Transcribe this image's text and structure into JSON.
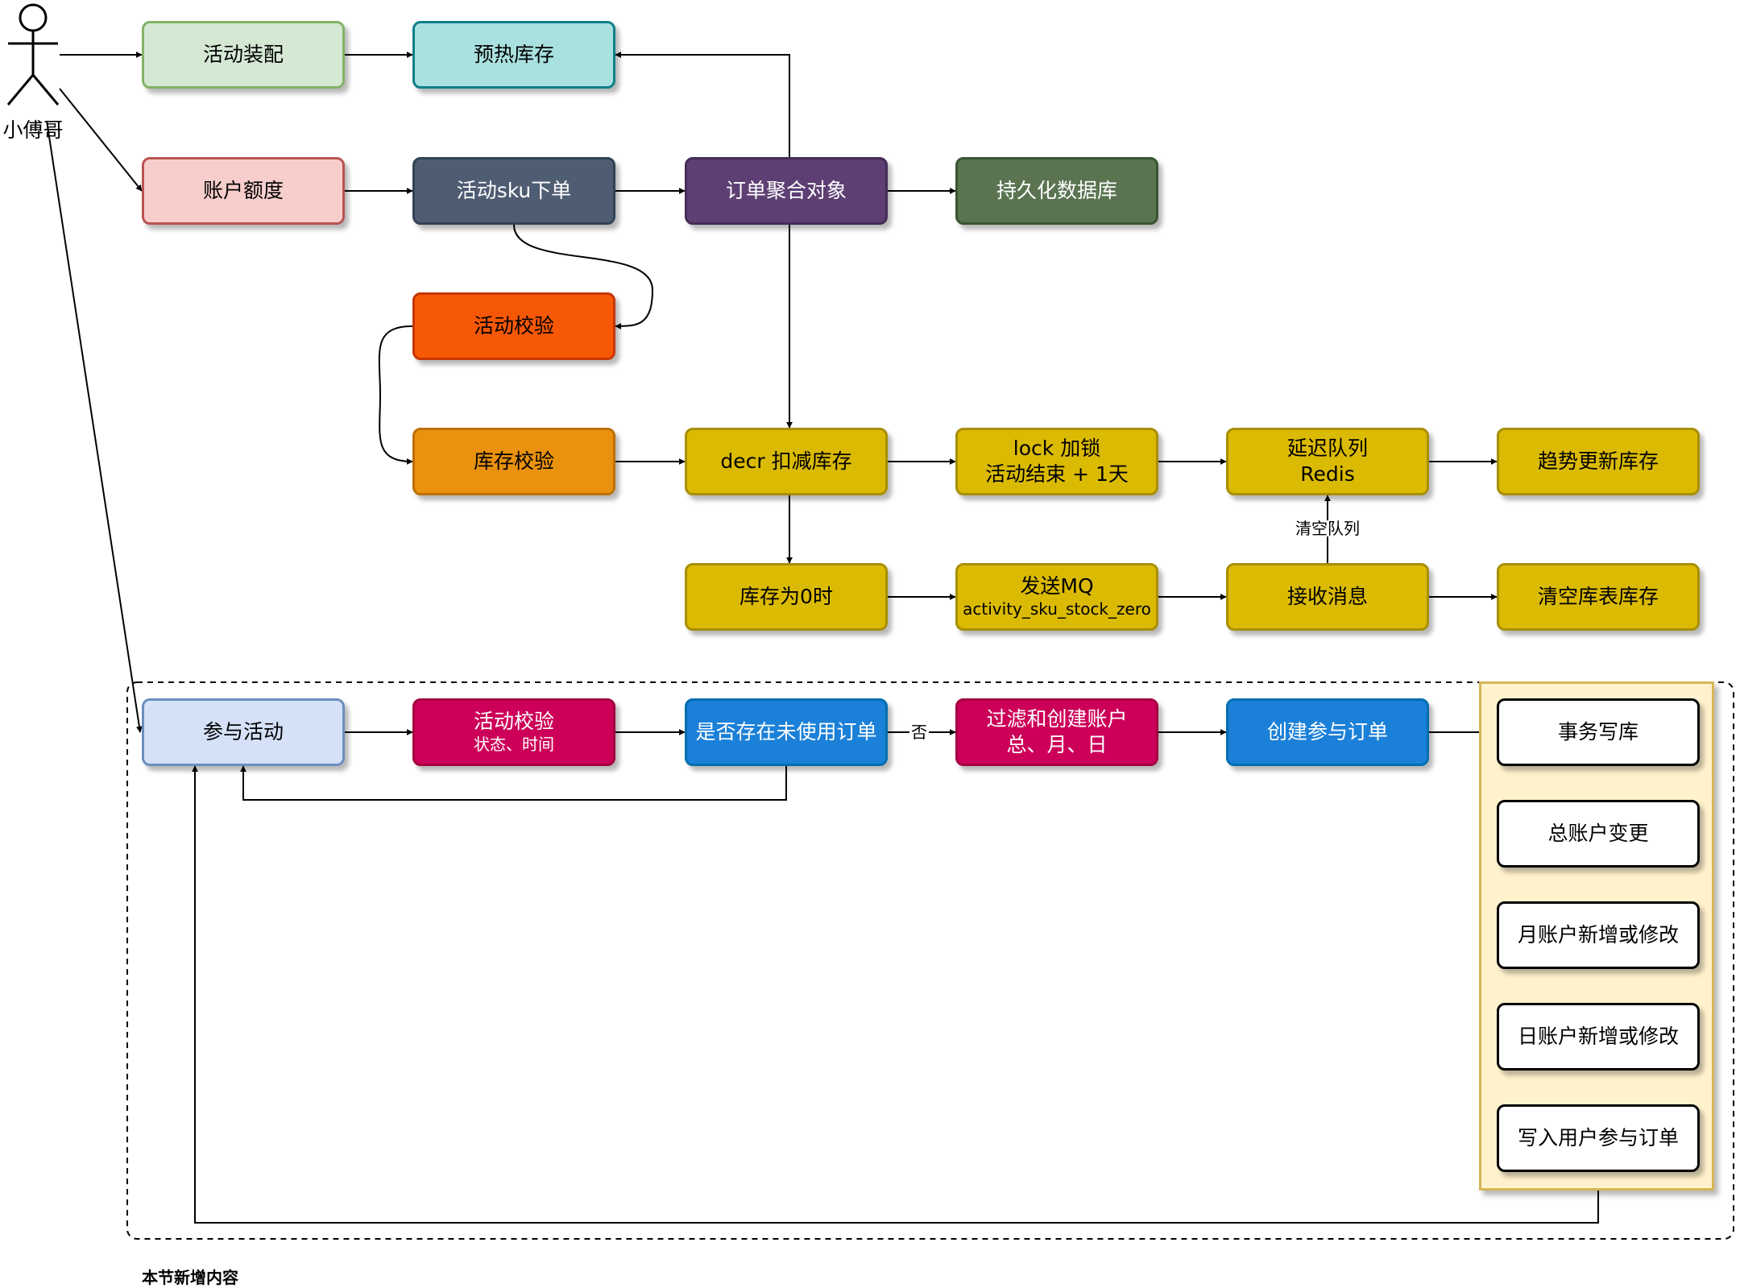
{
  "actor": {
    "name": "小傅哥"
  },
  "section_note": "本节新增内容",
  "nodes": {
    "assemble": {
      "lines": [
        "活动装配"
      ],
      "fill": "#d5e8d4",
      "stroke": "#82b366",
      "text": "#000000"
    },
    "preheat": {
      "lines": [
        "预热库存"
      ],
      "fill": "#a9e0e0",
      "stroke": "#0e8088",
      "text": "#000000"
    },
    "quota": {
      "lines": [
        "账户额度"
      ],
      "fill": "#f8cecc",
      "stroke": "#b85450",
      "text": "#000000"
    },
    "sku_order": {
      "lines": [
        "活动sku下单"
      ],
      "fill": "#4f5d73",
      "stroke": "#314354",
      "text": "#ffffff"
    },
    "aggregate": {
      "lines": [
        "订单聚合对象"
      ],
      "fill": "#5e3f73",
      "stroke": "#432d57",
      "text": "#ffffff"
    },
    "persist": {
      "lines": [
        "持久化数据库"
      ],
      "fill": "#5a7451",
      "stroke": "#3a5431",
      "text": "#ffffff"
    },
    "activity_check": {
      "lines": [
        "活动校验"
      ],
      "fill": "#f75806",
      "stroke": "#c73500",
      "text": "#000000"
    },
    "stock_check": {
      "lines": [
        "库存校验"
      ],
      "fill": "#ea920f",
      "stroke": "#bd7000",
      "text": "#000000"
    },
    "decr": {
      "lines": [
        "decr 扣减库存"
      ],
      "fill": "#dbba04",
      "stroke": "#a88f00",
      "text": "#000000"
    },
    "lock": {
      "lines": [
        "lock 加锁",
        "活动结束 + 1天"
      ],
      "fill": "#dbba04",
      "stroke": "#a88f00",
      "text": "#000000"
    },
    "delay_queue": {
      "lines": [
        "延迟队列",
        "Redis"
      ],
      "fill": "#dbba04",
      "stroke": "#a88f00",
      "text": "#000000"
    },
    "trend_update": {
      "lines": [
        "趋势更新库存"
      ],
      "fill": "#dbba04",
      "stroke": "#a88f00",
      "text": "#000000"
    },
    "stock_zero": {
      "lines": [
        "库存为0时"
      ],
      "fill": "#dbba04",
      "stroke": "#a88f00",
      "text": "#000000"
    },
    "send_mq": {
      "lines": [
        "发送MQ"
      ],
      "sub": "activity_sku_stock_zero",
      "fill": "#dbba04",
      "stroke": "#a88f00",
      "text": "#000000"
    },
    "receive_msg": {
      "lines": [
        "接收消息"
      ],
      "fill": "#dbba04",
      "stroke": "#a88f00",
      "text": "#000000"
    },
    "clear_stock": {
      "lines": [
        "清空库表库存"
      ],
      "fill": "#dbba04",
      "stroke": "#a88f00",
      "text": "#000000"
    },
    "join": {
      "lines": [
        "参与活动"
      ],
      "fill": "#d4e1f7",
      "stroke": "#6c8ebf",
      "text": "#000000"
    },
    "join_check": {
      "lines": [
        "活动校验"
      ],
      "sub": "状态、时间",
      "fill": "#cc0058",
      "stroke": "#a50040",
      "text": "#ffffff"
    },
    "unused_order": {
      "lines": [
        "是否存在未使用订单"
      ],
      "fill": "#1b80d8",
      "stroke": "#006eaf",
      "text": "#ffffff"
    },
    "filter_create": {
      "lines": [
        "过滤和创建账户",
        "总、月、日"
      ],
      "fill": "#cc0058",
      "stroke": "#a50040",
      "text": "#ffffff"
    },
    "create_join": {
      "lines": [
        "创建参与订单"
      ],
      "fill": "#1b80d8",
      "stroke": "#006eaf",
      "text": "#ffffff"
    },
    "tx_write": {
      "lines": [
        "事务写库"
      ],
      "fill": "#ffffff",
      "stroke": "#000000",
      "text": "#000000"
    },
    "tx_total": {
      "lines": [
        "总账户变更"
      ],
      "fill": "#ffffff",
      "stroke": "#000000",
      "text": "#000000"
    },
    "tx_month": {
      "lines": [
        "月账户新增或修改"
      ],
      "fill": "#ffffff",
      "stroke": "#000000",
      "text": "#000000"
    },
    "tx_day": {
      "lines": [
        "日账户新增或修改"
      ],
      "fill": "#ffffff",
      "stroke": "#000000",
      "text": "#000000"
    },
    "tx_order": {
      "lines": [
        "写入用户参与订单"
      ],
      "fill": "#ffffff",
      "stroke": "#000000",
      "text": "#000000"
    }
  },
  "edges": [
    {
      "from": "actor",
      "to": "assemble"
    },
    {
      "from": "actor",
      "to": "quota"
    },
    {
      "from": "actor",
      "to": "join"
    },
    {
      "from": "assemble",
      "to": "preheat"
    },
    {
      "from": "aggregate",
      "to": "preheat"
    },
    {
      "from": "quota",
      "to": "sku_order"
    },
    {
      "from": "sku_order",
      "to": "aggregate"
    },
    {
      "from": "aggregate",
      "to": "persist"
    },
    {
      "from": "sku_order",
      "to": "activity_check"
    },
    {
      "from": "activity_check",
      "to": "stock_check"
    },
    {
      "from": "stock_check",
      "to": "decr"
    },
    {
      "from": "aggregate",
      "to": "decr"
    },
    {
      "from": "decr",
      "to": "lock"
    },
    {
      "from": "lock",
      "to": "delay_queue"
    },
    {
      "from": "delay_queue",
      "to": "trend_update"
    },
    {
      "from": "decr",
      "to": "stock_zero"
    },
    {
      "from": "stock_zero",
      "to": "send_mq"
    },
    {
      "from": "send_mq",
      "to": "receive_msg"
    },
    {
      "from": "receive_msg",
      "to": "clear_stock"
    },
    {
      "from": "receive_msg",
      "to": "delay_queue",
      "label": "清空队列"
    },
    {
      "from": "join",
      "to": "join_check"
    },
    {
      "from": "join_check",
      "to": "unused_order"
    },
    {
      "from": "unused_order",
      "to": "filter_create",
      "label": "否"
    },
    {
      "from": "unused_order",
      "to": "join"
    },
    {
      "from": "filter_create",
      "to": "create_join"
    },
    {
      "from": "create_join",
      "to": "tx_group"
    },
    {
      "from": "tx_group",
      "to": "join"
    }
  ],
  "colors": {
    "line": "#000000",
    "transaction_group_fill": "#fff2cc",
    "transaction_group_stroke": "#d6b656"
  }
}
